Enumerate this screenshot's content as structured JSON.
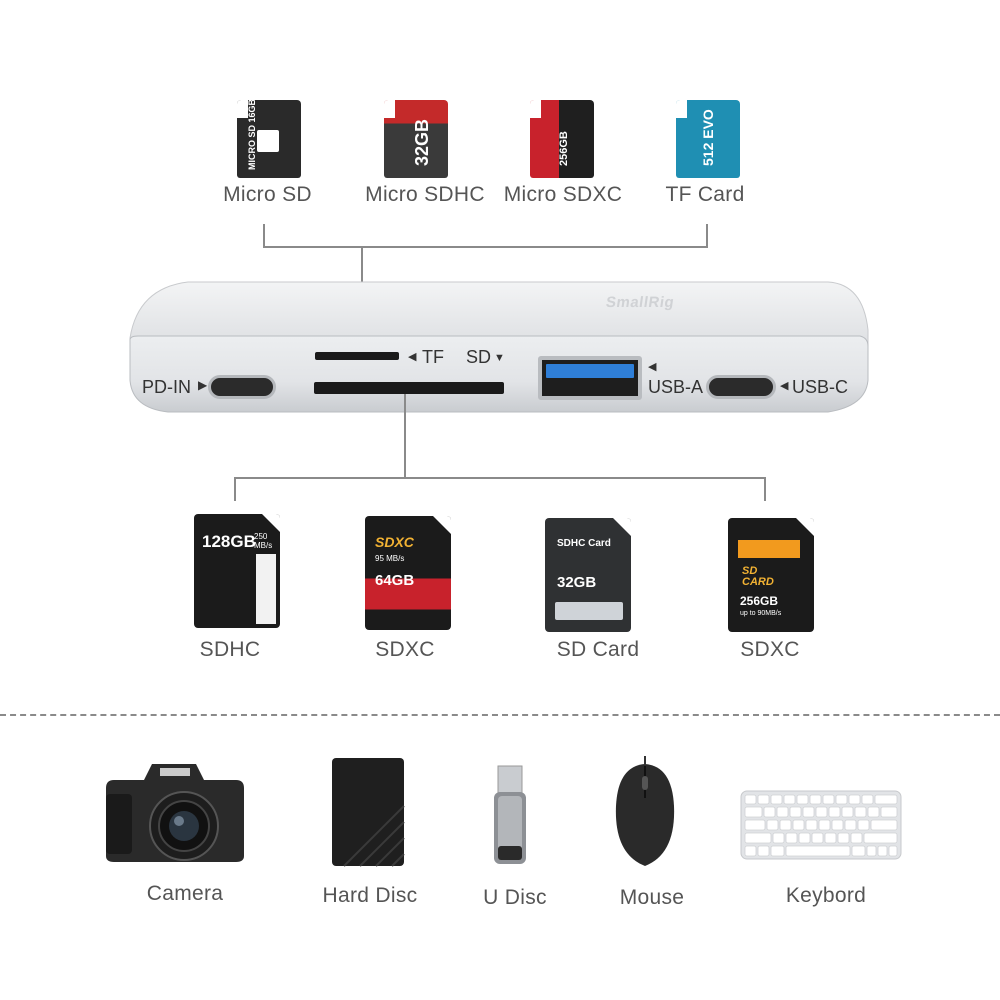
{
  "top_cards": [
    {
      "label": "Micro SD",
      "text": "MICRO SD 16GB"
    },
    {
      "label": "Micro SDHC",
      "text": "32GB"
    },
    {
      "label": "Micro SDXC",
      "text": "256GB"
    },
    {
      "label": "TF Card",
      "text": "512 EVO"
    }
  ],
  "device": {
    "brand": "SmallRig",
    "ports": {
      "pd_in": "PD-IN",
      "tf": "TF",
      "sd": "SD",
      "usb_a": "USB-A",
      "usb_c": "USB-C"
    }
  },
  "bottom_cards": [
    {
      "label": "SDHC",
      "capacity": "128GB",
      "speed": "250 MB/s",
      "side": "166"
    },
    {
      "label": "SDXC",
      "title": "SDXC",
      "capacity": "64GB",
      "speed": "95 MB/s"
    },
    {
      "label": "SD Card",
      "title": "SDHC Card",
      "capacity": "32GB"
    },
    {
      "label": "SDXC",
      "title": "SD CARD",
      "capacity": "256GB",
      "speed": "up to 90MB/s"
    }
  ],
  "devices": [
    {
      "label": "Camera"
    },
    {
      "label": "Hard Disc"
    },
    {
      "label": "U Disc"
    },
    {
      "label": "Mouse"
    },
    {
      "label": "Keybord"
    }
  ],
  "colors": {
    "micro_sd": "#2a2a2a",
    "micro_sdhc": "#3a3a3a",
    "micro_sdxc": "#c8222c",
    "tf_card": "#1f8fb3",
    "usb_a_tongue": "#2f7fd8",
    "device_body": "#e6e7e9"
  }
}
